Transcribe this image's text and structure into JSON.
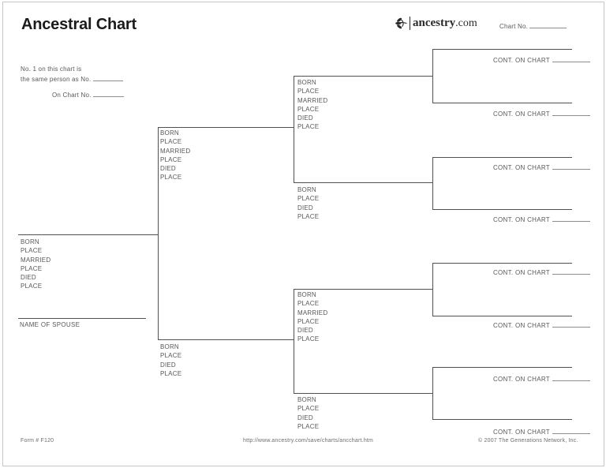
{
  "header": {
    "title": "Ancestral Chart",
    "logo": {
      "icon": "ancestry-leaf-icon",
      "brand": "ancestry",
      "tld": ".com"
    },
    "chart_no_label": "Chart No."
  },
  "intro": {
    "line1": "No. 1 on this chart is",
    "line2": "the same person as No.",
    "on_chart_label": "On Chart No."
  },
  "tree": {
    "full_labels": [
      "BORN",
      "PLACE",
      "MARRIED",
      "PLACE",
      "DIED",
      "PLACE"
    ],
    "short_labels": [
      "BORN",
      "PLACE",
      "DIED",
      "PLACE"
    ],
    "spouse_label": "NAME OF SPOUSE",
    "cont_label": "CONT. ON CHART"
  },
  "footer": {
    "form_number": "Form # F120",
    "url": "http://www.ancestry.com/save/charts/ancchart.htm",
    "copyright": "© 2007 The Generations Network, Inc."
  }
}
